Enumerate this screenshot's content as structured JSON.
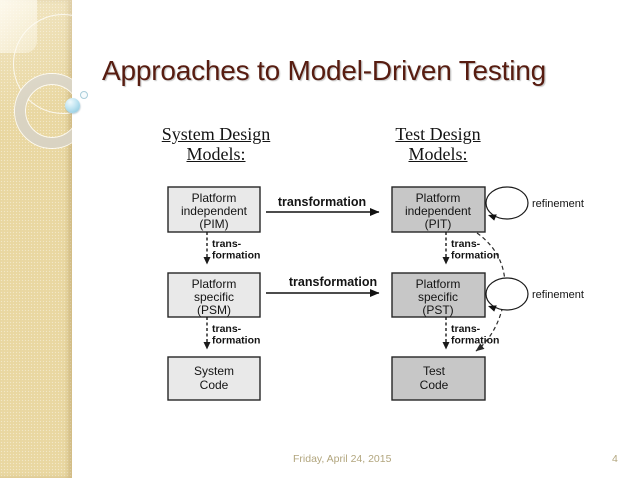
{
  "slide": {
    "title": "Approaches to Model-Driven Testing",
    "footer_date": "Friday, April 24, 2015",
    "page_number": "4",
    "colors": {
      "title_text": "#571c10",
      "footer_text": "#b2a67e",
      "sidebar": "#e9d7a1",
      "left_box_fill": "#e9e9e9",
      "right_box_fill": "#c7c7c7",
      "box_border": "#262626",
      "sphere_blue": "#9ed2e5"
    }
  },
  "diagram": {
    "left_column_header": {
      "line1": "System Design",
      "line2": "Models:"
    },
    "right_column_header": {
      "line1": "Test Design",
      "line2": "Models:"
    },
    "left_boxes": [
      {
        "id": "PIM",
        "lines": [
          "Platform",
          "independent",
          "(PIM)"
        ]
      },
      {
        "id": "PSM",
        "lines": [
          "Platform",
          "specific",
          "(PSM)"
        ]
      },
      {
        "id": "SystemCode",
        "lines": [
          "System",
          "Code"
        ]
      }
    ],
    "right_boxes": [
      {
        "id": "PIT",
        "lines": [
          "Platform",
          "independent",
          "(PIT)"
        ]
      },
      {
        "id": "PST",
        "lines": [
          "Platform",
          "specific",
          "(PST)"
        ]
      },
      {
        "id": "TestCode",
        "lines": [
          "Test",
          "Code"
        ]
      }
    ],
    "labels": {
      "transformation": "transformation",
      "trans_line1": "trans-",
      "trans_line2": "formation",
      "refinement": "refinement"
    }
  }
}
